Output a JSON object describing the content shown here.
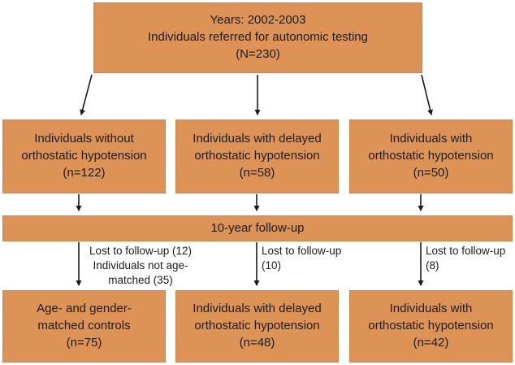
{
  "figure": {
    "type": "flowchart",
    "colors": {
      "box_fill": "#DD9355",
      "box_border": "#CE8544",
      "arrow": "#1a1a1a",
      "text": "#1c1c1c",
      "background": "#ffffff"
    },
    "top_box": {
      "text": "Years: 2002-2003\nIndividuals referred for autonomic testing\n(N=230)"
    },
    "middle_row": [
      {
        "text": "Individuals without\northostatic hypotension\n(n=122)"
      },
      {
        "text": "Individuals with delayed\northostatic hypotension\n(n=58)"
      },
      {
        "text": "Individuals with\northostatic hypotension\n(n=50)"
      }
    ],
    "followup_bar": {
      "text": "10-year follow-up"
    },
    "arrow_labels": [
      {
        "text": "Lost to follow-up (12)\nIndividuals not age-\nmatched (35)"
      },
      {
        "text": "Lost to follow-up\n(10)"
      },
      {
        "text": "Lost to follow-up\n(8)"
      }
    ],
    "bottom_row": [
      {
        "text": "Age- and gender-\nmatched controls\n(n=75)"
      },
      {
        "text": "Individuals with delayed\northostatic hypotension\n(n=48)"
      },
      {
        "text": "Individuals with\northostatic hypotension\n(n=42)"
      }
    ]
  }
}
